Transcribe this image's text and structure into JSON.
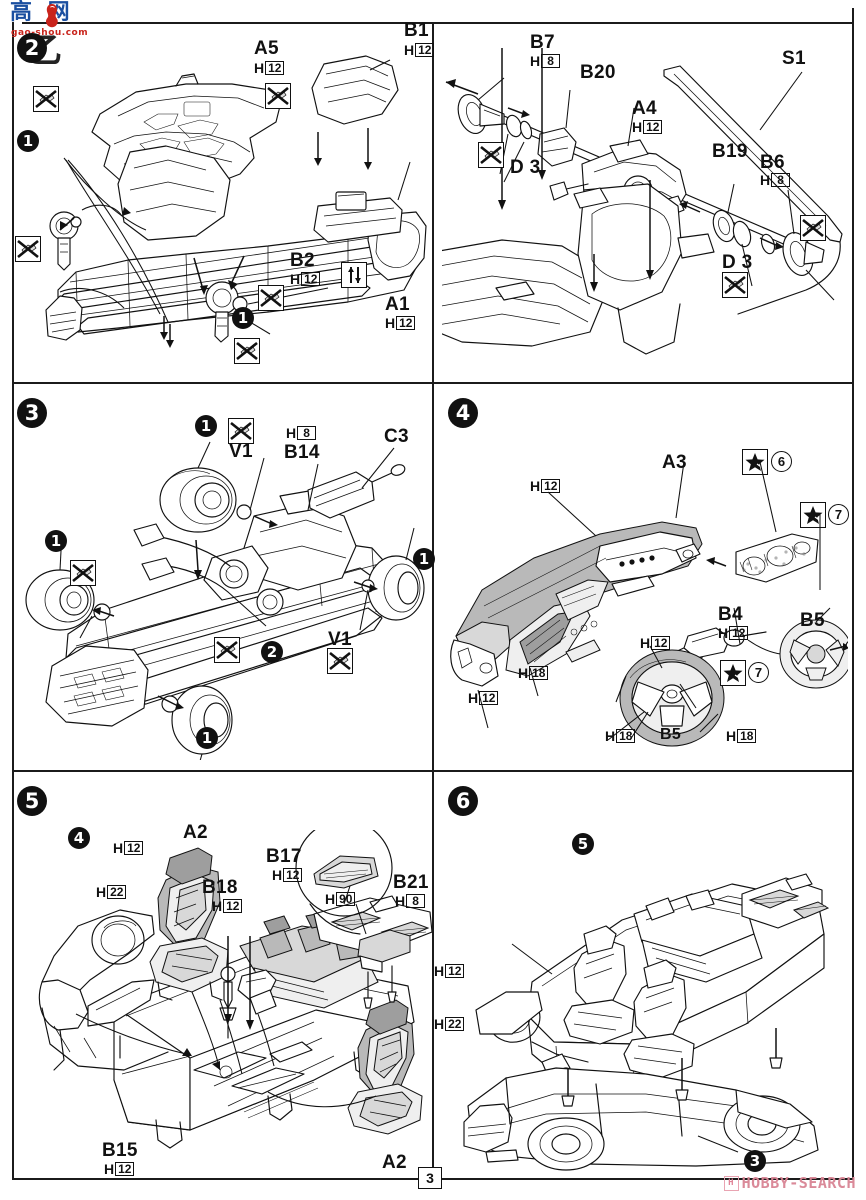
{
  "document": {
    "page_number": "3",
    "sheet_type": "model-kit-assembly-instructions"
  },
  "watermarks": {
    "top_left_cn": "高  网",
    "top_left_domain": "gao-shou.com",
    "top_left_glyph": "乙",
    "bottom_right": "HOBBY-SEARCH",
    "bottom_right_mark": "H"
  },
  "panels": [
    {
      "id": "panel-2",
      "step": "2",
      "labels": [
        {
          "part": "A5",
          "code": {
            "letter": "H",
            "num": "12"
          }
        },
        {
          "part": "B1",
          "code": {
            "letter": "H",
            "num": "12"
          }
        },
        {
          "part": "B2",
          "code": {
            "letter": "H",
            "num": "12"
          }
        },
        {
          "part": "A1",
          "code": {
            "letter": "H",
            "num": "12"
          }
        },
        {
          "part": "B7",
          "code": {
            "letter": "H",
            "num": "8"
          }
        },
        {
          "part": "B20",
          "code": null
        },
        {
          "part": "A4",
          "code": {
            "letter": "H",
            "num": "12"
          }
        },
        {
          "part": "B19",
          "code": null
        },
        {
          "part": "B6",
          "code": {
            "letter": "H",
            "num": "8"
          }
        },
        {
          "part": "S1",
          "code": null
        },
        {
          "part": "D 3",
          "code": null
        },
        {
          "part": "D 3",
          "code": null
        }
      ],
      "sub_assembly_marks": [
        "1",
        "1"
      ]
    },
    {
      "id": "panel-3",
      "step": "3",
      "labels": [
        {
          "part": "V1",
          "code": null
        },
        {
          "part": "B14",
          "code": {
            "letter": "H",
            "num": "8"
          }
        },
        {
          "part": "C3",
          "code": null
        },
        {
          "part": "V1",
          "code": null
        }
      ],
      "sub_assembly_marks": [
        "1",
        "1",
        "1",
        "1",
        "2"
      ]
    },
    {
      "id": "panel-4",
      "step": "4",
      "labels": [
        {
          "part": "A3",
          "code": null
        },
        {
          "part": "B4",
          "code": {
            "letter": "H",
            "num": "12"
          }
        },
        {
          "part": "B5",
          "code": null
        },
        {
          "part": "B5",
          "code": null
        }
      ],
      "h_codes": [
        {
          "letter": "H",
          "num": "12"
        },
        {
          "letter": "H",
          "num": "18"
        },
        {
          "letter": "H",
          "num": "12"
        },
        {
          "letter": "H",
          "num": "12"
        },
        {
          "letter": "H",
          "num": "18"
        },
        {
          "letter": "H",
          "num": "18"
        }
      ],
      "star_marks": [
        {
          "star": "★",
          "circled": "6"
        },
        {
          "star": "★",
          "circled": "7"
        },
        {
          "star": "★",
          "circled": "7"
        }
      ]
    },
    {
      "id": "panel-5",
      "step": "5",
      "labels": [
        {
          "part": "A2",
          "code": null
        },
        {
          "part": "A2",
          "code": null
        },
        {
          "part": "B18",
          "code": {
            "letter": "H",
            "num": "12"
          }
        },
        {
          "part": "B17",
          "code": {
            "letter": "H",
            "num": "12"
          }
        },
        {
          "part": "B21",
          "code": {
            "letter": "H",
            "num": "8"
          }
        },
        {
          "part": "B15",
          "code": {
            "letter": "H",
            "num": "12"
          }
        }
      ],
      "h_codes": [
        {
          "letter": "H",
          "num": "12"
        },
        {
          "letter": "H",
          "num": "22"
        },
        {
          "letter": "H",
          "num": "90"
        },
        {
          "letter": "H",
          "num": "12"
        },
        {
          "letter": "H",
          "num": "22"
        }
      ],
      "sub_assembly_marks": [
        "4"
      ]
    },
    {
      "id": "panel-6",
      "step": "6",
      "labels": [],
      "sub_assembly_marks": [
        "5",
        "3"
      ]
    }
  ],
  "icons": {
    "no_glue": "no-glue-icon",
    "movable_arrows": "up-down-arrows-icon",
    "paint_star": "★"
  }
}
